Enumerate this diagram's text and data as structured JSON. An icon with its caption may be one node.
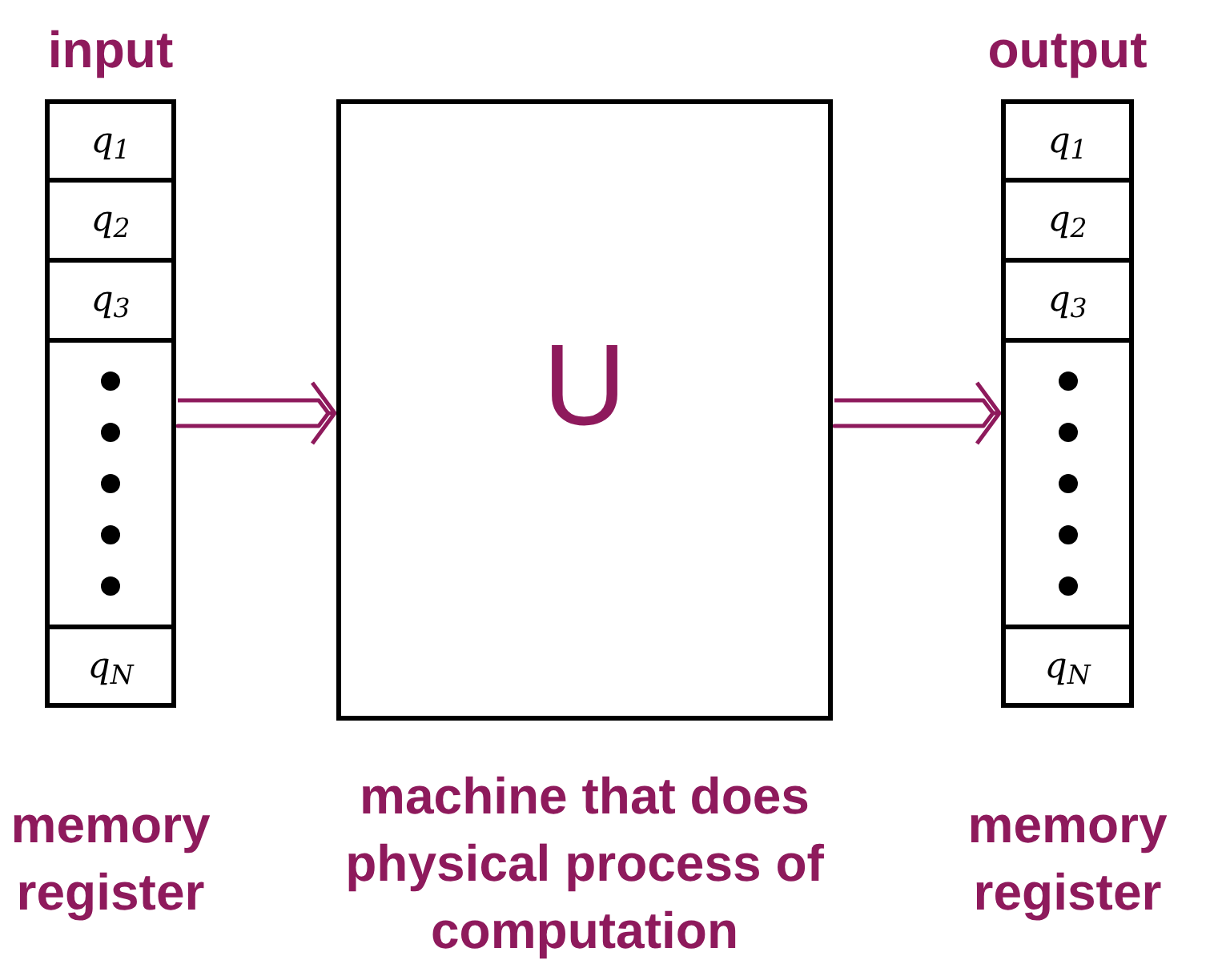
{
  "diagram": {
    "nodes": [
      {
        "text": [
          "input"
        ],
        "beside": [
          "memory register"
        ]
      },
      {
        "text": [
          "q$_{1}$"
        ],
        "in": 0
      },
      {
        "text": [
          "q$_{2}$"
        ],
        "in": 0
      },
      {
        "text": [
          "q$_{3}$"
        ],
        "in": 0
      },
      {
        "text": [],
        "shape": "box",
        "in": 0
      },
      {
        "text": [
          "q$_{N}$"
        ],
        "in": 0
      },
      {
        "text": [
          "U"
        ],
        "beside": [
          "machine that does physical process of computation"
        ]
      },
      {
        "text": [
          "output"
        ],
        "beside": [
          "memory register"
        ]
      },
      {
        "text": [
          "q$_{1}$"
        ],
        "in": 7
      },
      {
        "text": [
          "q$_{2}$"
        ],
        "in": 7
      },
      {
        "text": [
          "q$_{3}$"
        ],
        "in": 7
      },
      {
        "text": [],
        "shape": "box",
        "in": 7
      },
      {
        "text": [
          "q$_{N}$"
        ],
        "in": 7
      }
    ],
    "edges": [
      {
        "from": 0,
        "to": 6,
        "arrow": "to"
      },
      {
        "from": 6,
        "to": 7,
        "arrow": "to"
      }
    ]
  }
}
